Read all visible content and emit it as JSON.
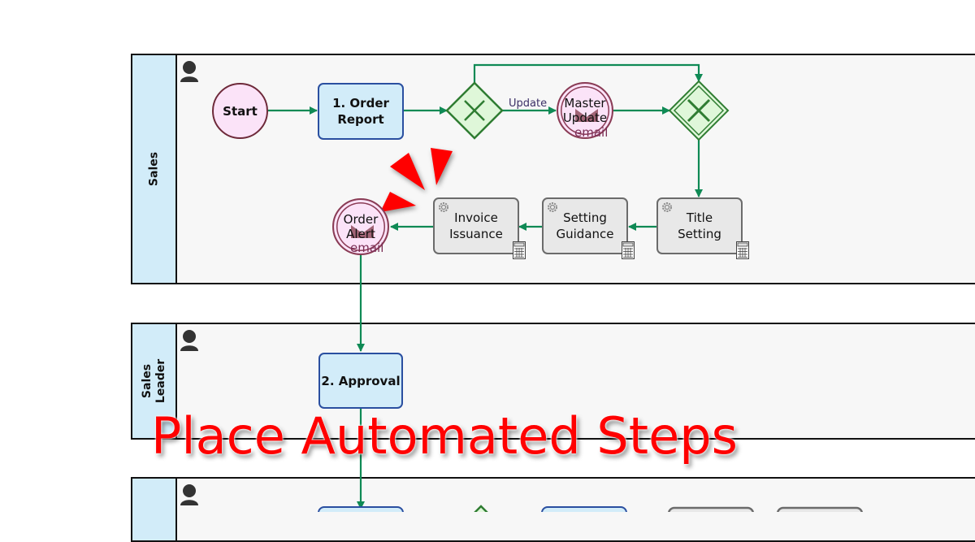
{
  "lanes": [
    {
      "name": "Sales"
    },
    {
      "name": "Sales Leader",
      "lines": [
        "Sales",
        "Leader"
      ]
    },
    {
      "name": ""
    }
  ],
  "nodes": {
    "start": "Start",
    "order_report": [
      "1. Order",
      "Report"
    ],
    "gateway_split_label": "Update",
    "master_update": [
      "Master",
      "Update"
    ],
    "master_update_type": "email",
    "title_setting": [
      "Title",
      "Setting"
    ],
    "setting_guidance": [
      "Setting",
      "Guidance"
    ],
    "invoice_issuance": [
      "Invoice",
      "Issuance"
    ],
    "order_alert": [
      "Order",
      "Alert"
    ],
    "order_alert_type": "email",
    "approval": "2. Approval"
  },
  "overlay": {
    "title": "Place Automated Steps"
  },
  "colors": {
    "flow": "#0f8a55",
    "gateway_fill": "#dff7d9",
    "gateway_stroke": "#2f7d32",
    "human_task_fill": "#d2ecf9",
    "human_task_border": "#2a4fa0",
    "auto_task_fill": "#e8e8e8",
    "event_fill": "#fbe3f8",
    "event_border": "#6e2a3a",
    "callout": "#ff0000"
  }
}
